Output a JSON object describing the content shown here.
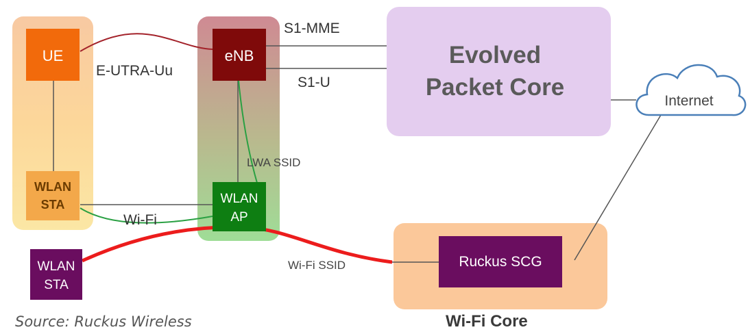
{
  "nodes": {
    "ue": "UE",
    "ue_wlan_sta": [
      "WLAN",
      "STA"
    ],
    "enb": "eNB",
    "wlan_ap": [
      "WLAN",
      "AP"
    ],
    "wlan_sta_standalone": [
      "WLAN",
      "STA"
    ],
    "epc": [
      "Evolved",
      "Packet Core"
    ],
    "internet": "Internet",
    "ruckus_scg": "Ruckus SCG"
  },
  "links": {
    "s1_mme": "S1-MME",
    "s1_u": "S1-U",
    "e_utra_uu": "E-UTRA-Uu",
    "lwa_ssid": "LWA SSID",
    "wifi": "Wi-Fi",
    "wifi_ssid": "Wi-Fi SSID"
  },
  "groups": {
    "wifi_core": "Wi-Fi Core"
  },
  "source": "Source: Ruckus Wireless",
  "colors": {
    "ue_group": "#fbd58a",
    "ue_box": "#f26a0b",
    "wlan_sta_box": "#f3a84a",
    "enb_box": "#7f0a0a",
    "ap_box": "#0e7e12",
    "sta_purple": "#6a0d5f",
    "epc_box": "#e4cdef",
    "wifi_core_group": "#fbc89a",
    "uu_line": "#a3222a",
    "green_line": "#2aa043",
    "red_line": "#ec1c1c",
    "gray_line": "#555555"
  }
}
